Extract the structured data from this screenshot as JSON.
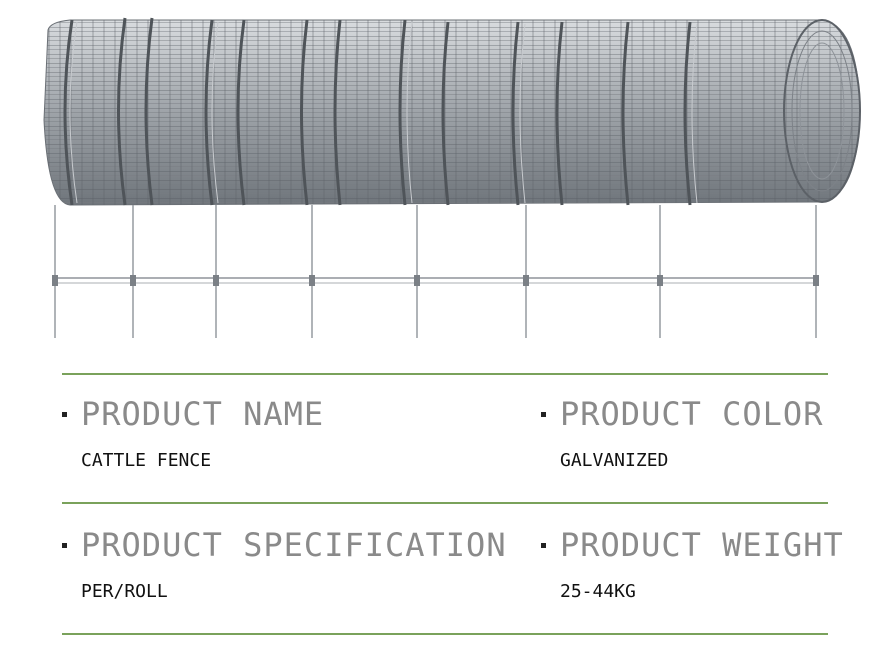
{
  "image": {
    "subject": "cattle-fence-roll",
    "wire_color": "#8f949a"
  },
  "specs": [
    {
      "label": "PRODUCT NAME",
      "value": "CATTLE FENCE"
    },
    {
      "label": "PRODUCT COLOR",
      "value": "GALVANIZED"
    },
    {
      "label": "PRODUCT SPECIFICATION",
      "value": "PER/ROLL"
    },
    {
      "label": "PRODUCT WEIGHT",
      "value": "25-44KG"
    }
  ],
  "colors": {
    "divider": "#7aa25b",
    "heading": "#8a8a8a",
    "value": "#111111"
  }
}
